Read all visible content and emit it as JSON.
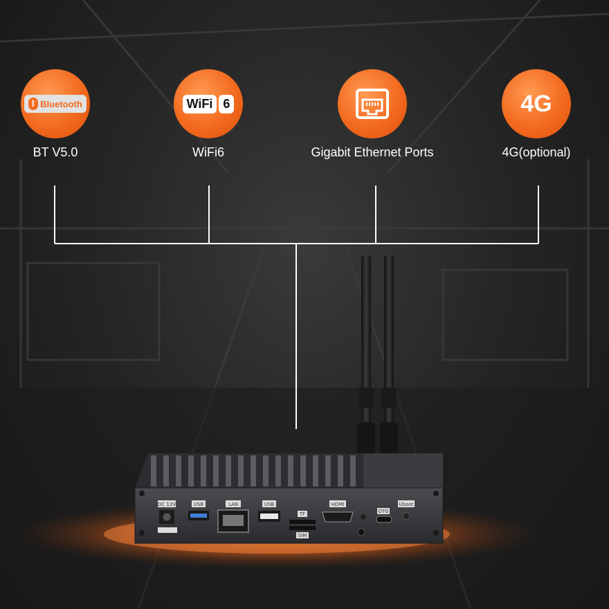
{
  "features": [
    {
      "id": "bt",
      "icon": "bluetooth-icon",
      "badge_text": "Bluetooth",
      "label": "BT V5.0"
    },
    {
      "id": "wifi",
      "icon": "wifi6-icon",
      "badge_text": "WiFi",
      "badge_num": "6",
      "label": "WiFi6"
    },
    {
      "id": "eth",
      "icon": "ethernet-port-icon",
      "label": "Gigabit Ethernet Ports"
    },
    {
      "id": "g4",
      "icon": "4g-icon",
      "badge_text": "4G",
      "label": "4G(optional)"
    }
  ],
  "ports": {
    "dc": "DC 12V",
    "usb1": "USB",
    "lan": "LAN",
    "usb2": "USB",
    "tf": "TF",
    "sim": "SIM",
    "hdmi": "HDMI",
    "otg": "OTG",
    "uboot": "Uboot"
  },
  "colors": {
    "accent": "#f26a1f",
    "glow": "#d7621e",
    "background": "#262626",
    "line": "#ffffff"
  }
}
